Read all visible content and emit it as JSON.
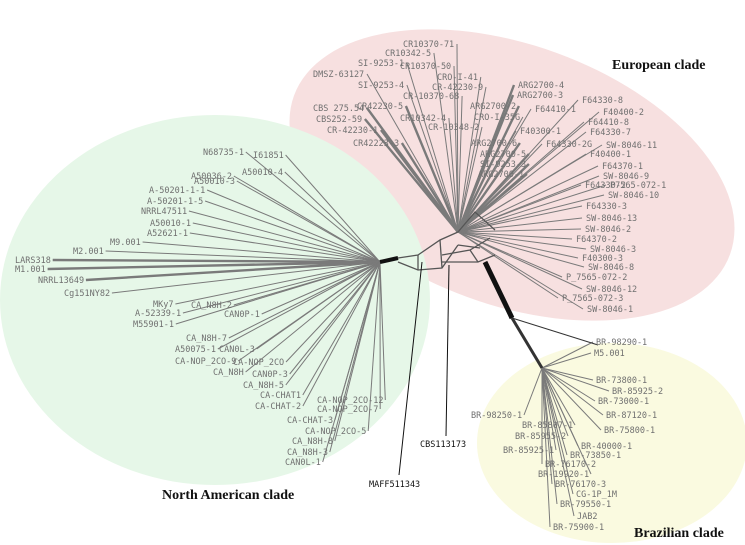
{
  "colors": {
    "european": "#f7e0e0",
    "north_american": "#e6f7e8",
    "brazilian": "#fafae0",
    "branch": "#7a7a7a",
    "text": "#707070"
  },
  "clades": {
    "european": "European clade",
    "north_american": "North American clade",
    "brazilian": "Brazilian clade"
  },
  "outgroups": {
    "maff": "MAFF511343",
    "cbs": "CBS113173"
  },
  "european_leaves": [
    "CR10370-71",
    "CR10342-5",
    "SI-9253-1",
    "CR10370-50",
    "DMSZ-63127",
    "CRO-I-41",
    "SI-9253-4",
    "CR-42230-9",
    "CR-10370-68",
    "ARG2700-4",
    "ARG2700-3",
    "CBS 275.54",
    "CR42230-5",
    "ARG2700-2",
    "F64330-8",
    "CBS252-59",
    "CR10342-4",
    "CRO-I-35G",
    "F64410-1",
    "F40400-2",
    "CR-42230-1",
    "CR-10348-2",
    "F64410-8",
    "F40300-1",
    "F64330-7",
    "CR42223-3",
    "ARG2700-6",
    "F64330-2G",
    "SW-8046-11",
    "ARG2700-5",
    "F40400-1",
    "SI-9253-3",
    "ARG2700-1",
    "F64370-1",
    "SW-8046-9",
    "F64330-2",
    "P7565-072-1",
    "SW-8046-10",
    "F64330-3",
    "SW-8046-13",
    "SW-8046-2",
    "F64370-2",
    "SW-8046-3",
    "F40300-3",
    "SW-8046-8",
    "P_7565-072-2",
    "SW-8046-12",
    "P_7565-072-3",
    "SW-8046-1"
  ],
  "north_american_leaves": [
    "N68735-1",
    "I61851",
    "A50036-2",
    "A50010-4",
    "A50010-3",
    "A-50201-1-1",
    "A-50201-1-5",
    "NRRL47511",
    "A50010-1",
    "A52621-1",
    "M9.001",
    "M2.001",
    "LARS318",
    "M1.001",
    "NRRL13649",
    "Cg151NY82",
    "MKy7",
    "CA_N8H-2",
    "A-52339-1",
    "CAN0P-1",
    "M55901-1",
    "CA_N8H-7",
    "A50075-1",
    "CAN0L-3",
    "CA-NOP_2CO",
    "CA-NOP_2CO-9",
    "CAN0P-3",
    "CA_N8H",
    "CA_N8H-5",
    "CA-CHAT1",
    "CA-NOP_2CO-12",
    "CA-CHAT-2",
    "CA-NOP_2CO-7",
    "CA-CHAT-3",
    "CA-NOP_2CO-5",
    "CA_N8H-8",
    "CA_N8H-3",
    "CAN0L-1"
  ],
  "brazilian_leaves": [
    "BR-98290-1",
    "M5.001",
    "BR-73800-1",
    "BR-85925-2",
    "BR-73000-1",
    "BR-87120-1",
    "BR-98250-1",
    "BR-75800-1",
    "BR-85807-1",
    "BR-85955-2",
    "BR-40000-1",
    "BR-85925-1",
    "BR-73850-1",
    "BR-76170-2",
    "BR-19920-1",
    "BR-76170-3",
    "CG-1P_1M",
    "BR-79550-1",
    "JAB2",
    "BR-75900-1"
  ]
}
